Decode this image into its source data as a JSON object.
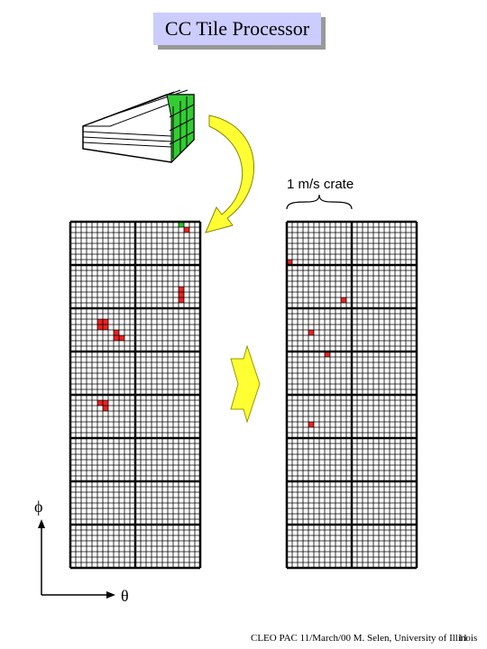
{
  "title": "CC Tile Processor",
  "crate_label": "1 m/s crate",
  "axis": {
    "phi": "ϕ",
    "theta": "θ"
  },
  "footer": "CLEO PAC 11/March/00 M. Selen, University of Illinois",
  "page_number": "11",
  "colors": {
    "hit": "#ee2222",
    "highlight": "#22cc22",
    "title_bg": "#ccccff",
    "arrow": "#ffff33"
  },
  "left_grid_hits": [
    [
      1,
      21
    ],
    [
      12,
      20
    ],
    [
      13,
      20
    ],
    [
      14,
      20
    ],
    [
      18,
      5
    ],
    [
      19,
      5
    ],
    [
      18,
      6
    ],
    [
      19,
      6
    ],
    [
      20,
      8
    ],
    [
      21,
      8
    ],
    [
      21,
      9
    ],
    [
      33,
      5
    ],
    [
      33,
      6
    ],
    [
      34,
      6
    ]
  ],
  "left_grid_highlight": [
    [
      0,
      20
    ]
  ],
  "right_grid_hits": [
    [
      7,
      0
    ],
    [
      14,
      10
    ],
    [
      20,
      4
    ],
    [
      24,
      7
    ],
    [
      37,
      4
    ]
  ]
}
